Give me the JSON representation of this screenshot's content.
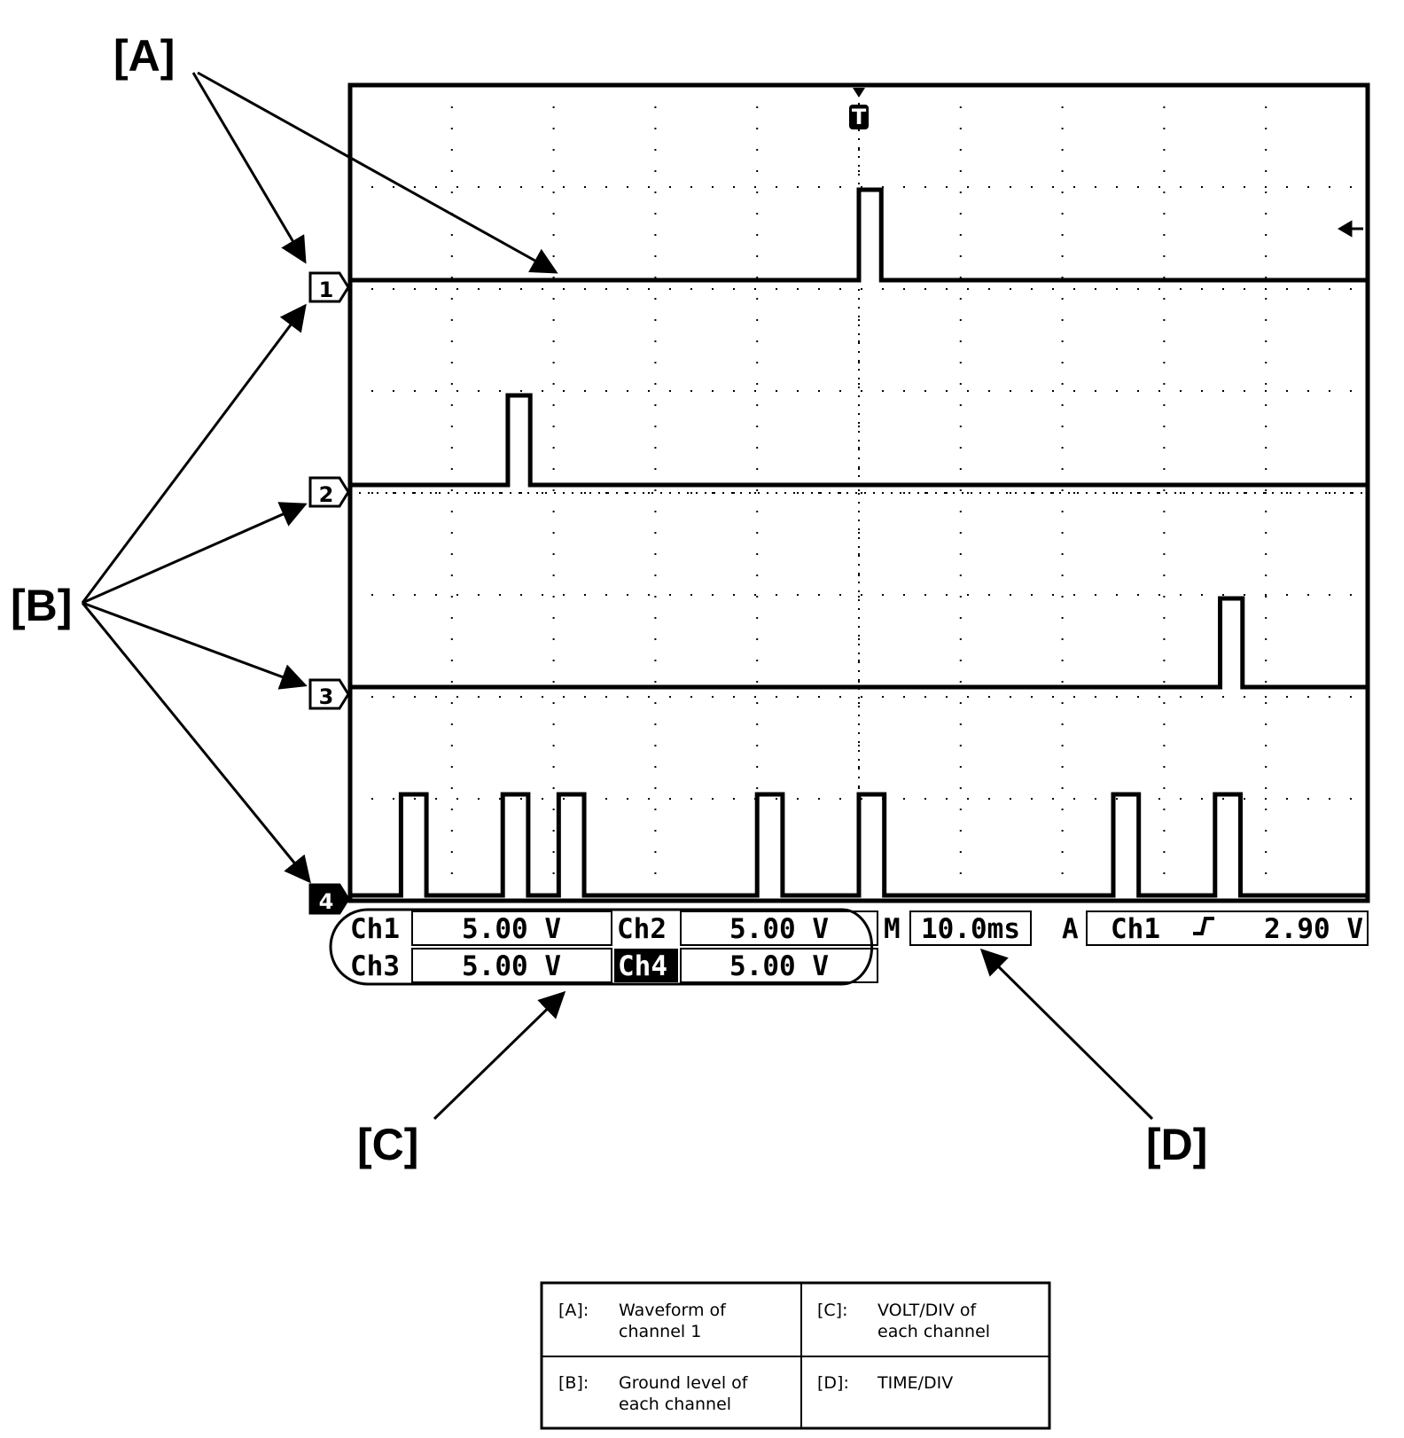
{
  "callouts": {
    "a": "[A]",
    "b": "[B]",
    "c": "[C]",
    "d": "[D]"
  },
  "scope": {
    "trigger_marker": "T",
    "channel_markers": [
      "1",
      "2",
      "3",
      "4"
    ],
    "readouts": {
      "ch1_label": "Ch1",
      "ch1_value": "5.00 V",
      "ch2_label": "Ch2",
      "ch2_value": "5.00 V",
      "ch3_label": "Ch3",
      "ch3_value": "5.00 V",
      "ch4_label": "Ch4",
      "ch4_value": "5.00 V",
      "time_prefix": "M",
      "time_value": "10.0ms",
      "trigger_prefix": "A",
      "trigger_source": "Ch1",
      "trigger_level": "2.90 V"
    },
    "channels": [
      {
        "name": "1",
        "pulse_start_div": [
          5.0
        ],
        "pulse_width_div": 0.22
      },
      {
        "name": "2",
        "pulse_start_div": [
          1.55
        ],
        "pulse_width_div": 0.22
      },
      {
        "name": "3",
        "pulse_start_div": [
          8.55
        ],
        "pulse_width_div": 0.22
      },
      {
        "name": "4",
        "pulse_start_div": [
          0.5,
          1.5,
          2.05,
          4.0,
          5.0,
          7.5,
          8.5
        ],
        "pulse_width_div": 0.25
      }
    ],
    "divisions": {
      "horizontal": 10,
      "vertical": 8
    }
  },
  "legend": {
    "rows": [
      [
        {
          "key": "[A]:",
          "text": [
            "Waveform of",
            "channel 1"
          ]
        },
        {
          "key": "[C]:",
          "text": [
            "VOLT/DIV of",
            "each channel"
          ]
        }
      ],
      [
        {
          "key": "[B]:",
          "text": [
            "Ground level of",
            "each channel"
          ]
        },
        {
          "key": "[D]:",
          "text": [
            "TIME/DIV"
          ]
        }
      ]
    ]
  }
}
